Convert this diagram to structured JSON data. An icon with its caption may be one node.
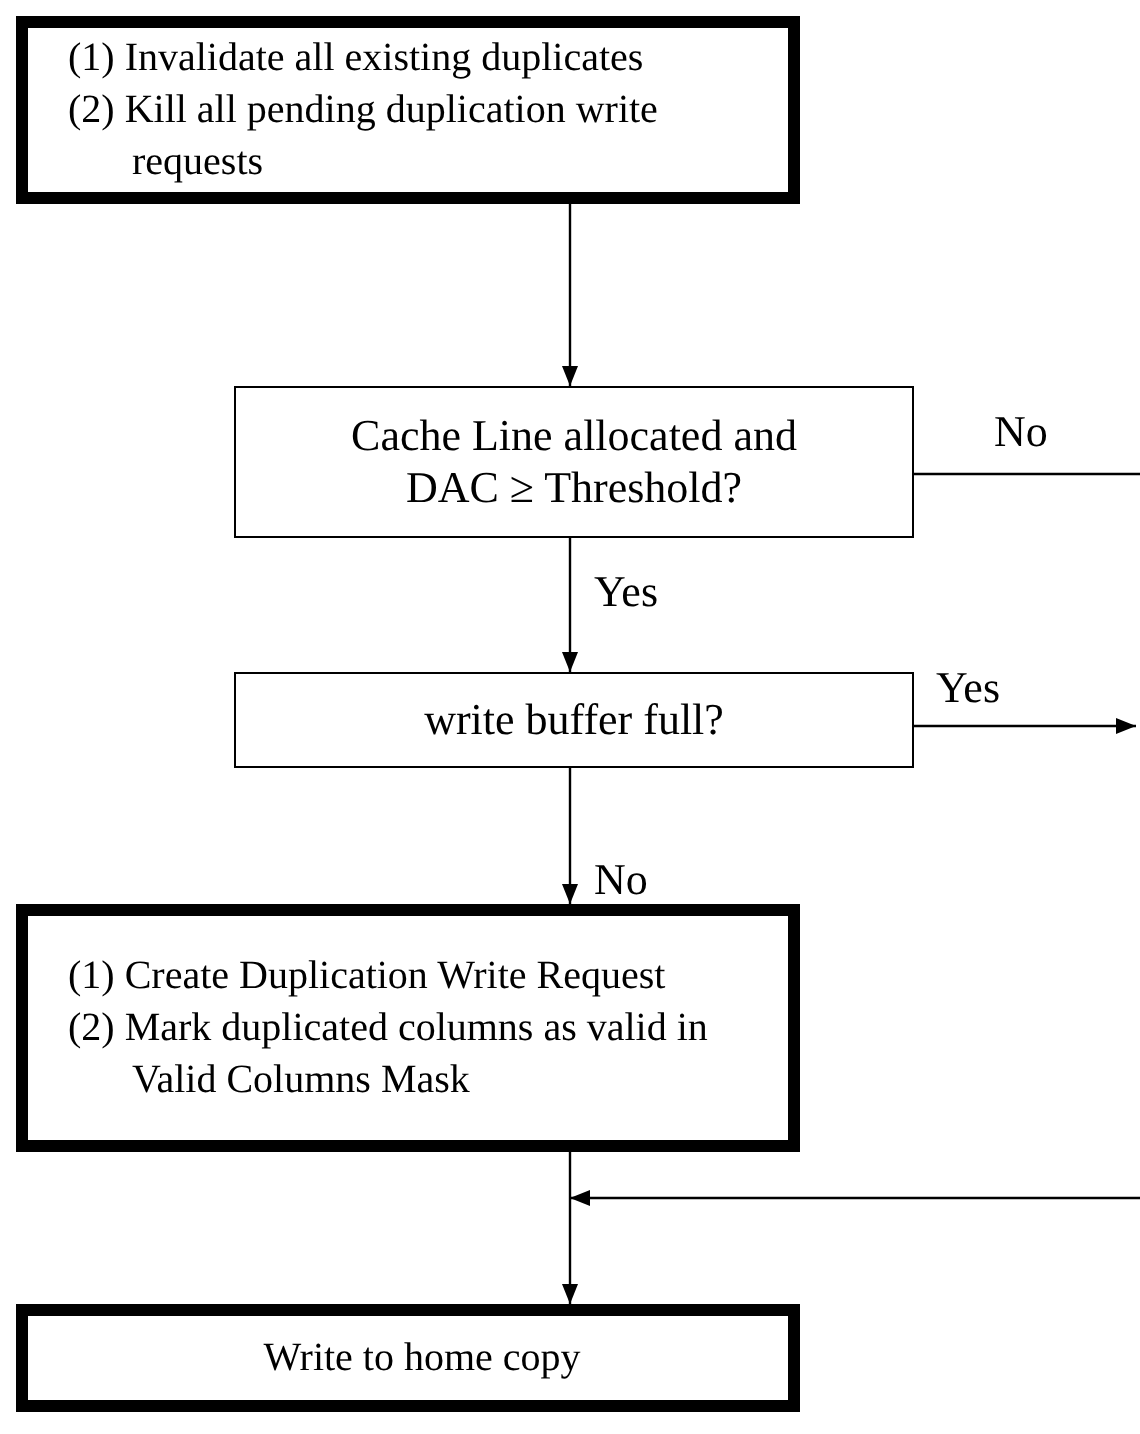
{
  "diagram": {
    "nodes": [
      {
        "text": [
          "(1) Invalidate all existing duplicates",
          "(2) Kill all pending duplication write requests"
        ]
      },
      {
        "text": [
          "Cache Line allocated and DAC ≥ Threshold?"
        ]
      },
      {
        "text": [
          "write buffer full?"
        ]
      },
      {
        "text": [
          "(1) Create Duplication Write Request",
          "(2) Mark duplicated columns as valid in Valid Columns Mask"
        ]
      },
      {
        "text": [
          "Write to home copy"
        ]
      }
    ],
    "edges": [
      {
        "from": 0,
        "to": 1,
        "arrow": "to"
      },
      {
        "from": 1,
        "to": null,
        "arrow": "none",
        "label": "No"
      },
      {
        "from": 1,
        "to": 2,
        "arrow": "to",
        "label": "Yes"
      },
      {
        "from": 2,
        "to": null,
        "arrow": "to",
        "label": "Yes"
      },
      {
        "from": 2,
        "to": 3,
        "arrow": "to",
        "label": "No"
      },
      {
        "from": 3,
        "to": 4,
        "arrow": "to"
      },
      {
        "from": null,
        "to": 4,
        "arrow": "to"
      }
    ]
  }
}
